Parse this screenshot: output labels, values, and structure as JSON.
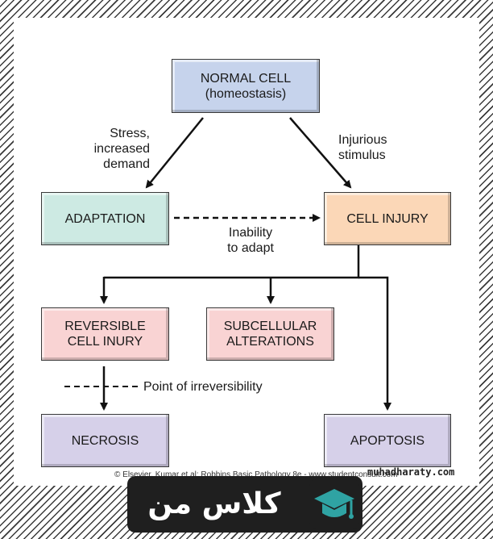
{
  "nodes": {
    "normal_cell": {
      "line1": "NORMAL CELL",
      "line2": "(homeostasis)",
      "color": "#c6d3ec"
    },
    "adaptation": {
      "label": "ADAPTATION",
      "color": "#cdeae3"
    },
    "cell_injury": {
      "label": "CELL INJURY",
      "color": "#fbd7b7"
    },
    "reversible": {
      "line1": "REVERSIBLE",
      "line2": "CELL INURY",
      "color": "#f9d3d3"
    },
    "subcellular": {
      "line1": "SUBCELLULAR",
      "line2": "ALTERATIONS",
      "color": "#f9d3d3"
    },
    "necrosis": {
      "label": "NECROSIS",
      "color": "#d6d0e9"
    },
    "apoptosis": {
      "label": "APOPTOSIS",
      "color": "#d6d0e9"
    }
  },
  "labels": {
    "stress": [
      "Stress,",
      "increased",
      "demand"
    ],
    "injurious": [
      "Injurious",
      "stimulus"
    ],
    "inability": [
      "Inability",
      "to adapt"
    ],
    "irreversibility": "Point of irreversibility"
  },
  "footer": {
    "copyright": "© Elsevier. Kumar et al: Robbins Basic Pathology 8e - www.studentconsult.com",
    "watermark": "muhadharaty.com",
    "logo_text": "كلاس من"
  }
}
